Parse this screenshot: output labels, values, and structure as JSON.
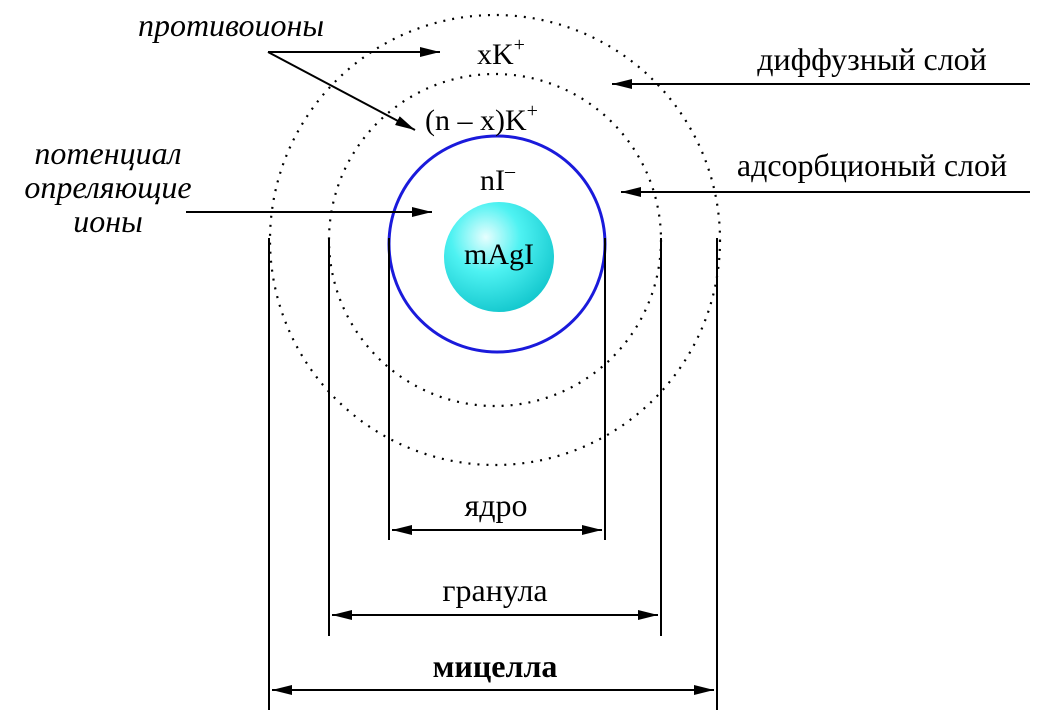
{
  "labels": {
    "counterions": "противоионы",
    "potential_line1": "потенциал",
    "potential_line2": "опреляющие",
    "potential_line3": "ионы",
    "diffuse_layer": "диффузный слой",
    "adsorption_layer": "адсорбционый слой",
    "outer_ions_coef": "xK",
    "outer_ions_charge": "+",
    "inner_ions_coef": "(n – x)K",
    "inner_ions_charge": "+",
    "potential_ions_coef": "nI",
    "potential_ions_charge": "–",
    "core_content": "mAgI",
    "core": "ядро",
    "granule": "гранула",
    "micelle": "мицелла"
  },
  "colors": {
    "adsorption_boundary": "#1a1adb",
    "core_light": "#e6fefe",
    "core_mid": "#4ef2f2",
    "core_dark": "#16c9cf",
    "ink": "#000000"
  }
}
